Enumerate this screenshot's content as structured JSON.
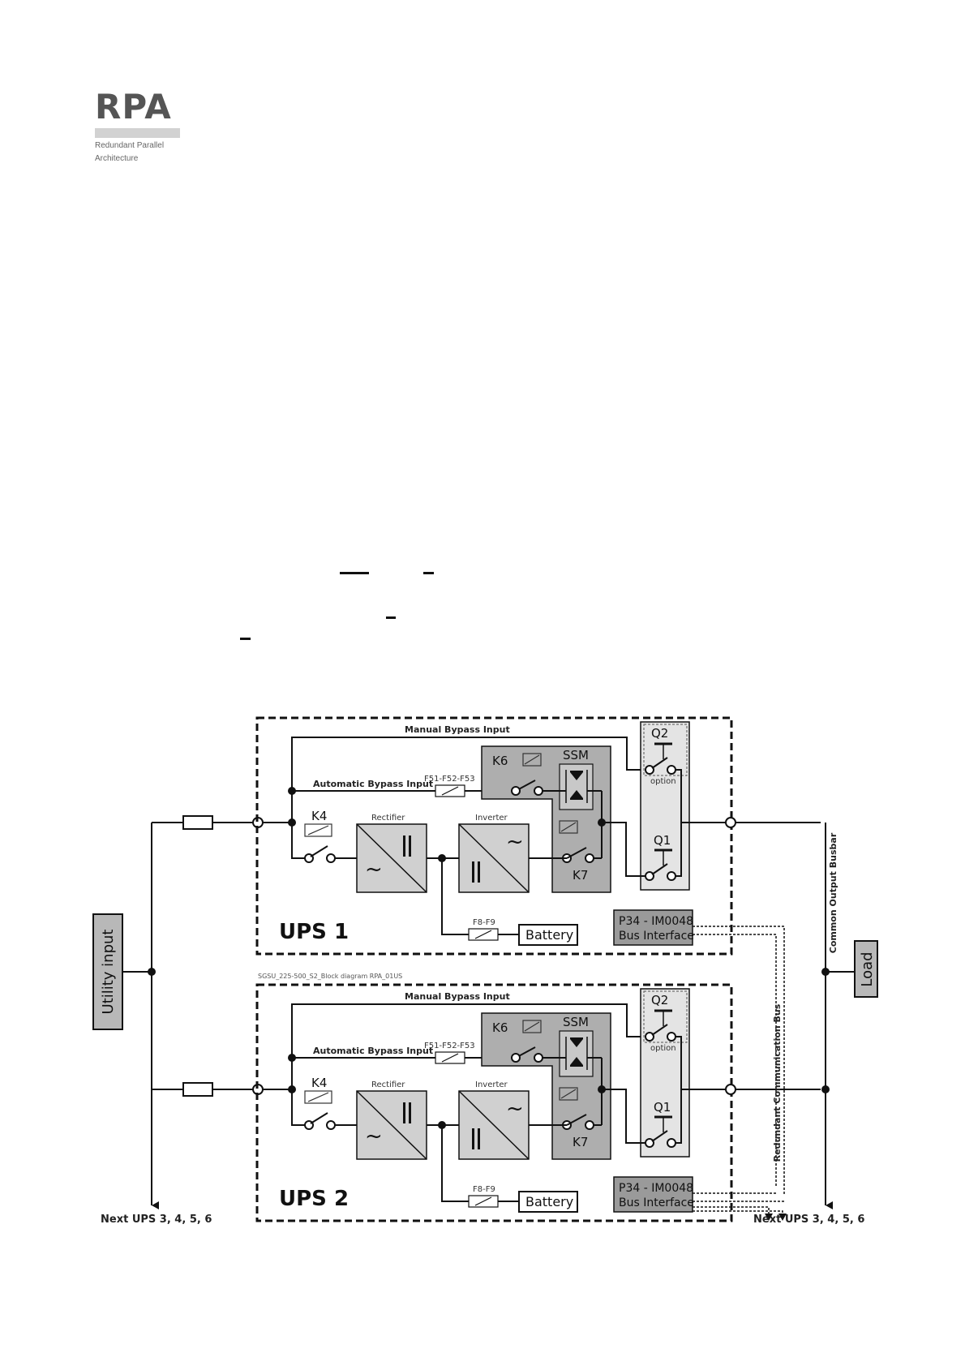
{
  "logo": {
    "acronym": "RPA",
    "subtitle_line1": "Redundant Parallel",
    "subtitle_line2": "Architecture"
  },
  "diagram": {
    "utility_input": "Utility input",
    "load": "Load",
    "common_output_busbar": "Common Output Busbar",
    "redundant_comm_bus": "Redundant Communication Bus",
    "next_ups_left": "Next UPS 3, 4, 5, 6",
    "next_ups_right": "Next UPS 3, 4, 5, 6",
    "caption": "SGSU_225-500_S2_Block diagram RPA_01US",
    "ups_units": [
      {
        "name": "UPS 1",
        "manual_bypass": "Manual Bypass Input",
        "auto_bypass": "Automatic Bypass Input",
        "fuse_bypass": "F51-F52-F53",
        "k6": "K6",
        "ssm": "SSM",
        "k4": "K4",
        "k7": "K7",
        "q1": "Q1",
        "q2": "Q2",
        "option": "option",
        "rectifier": "Rectifier",
        "inverter": "Inverter",
        "fuse_battery": "F8-F9",
        "battery": "Battery",
        "bus_interface_1": "P34 - IM0048",
        "bus_interface_2": "Bus Interface"
      },
      {
        "name": "UPS 2",
        "manual_bypass": "Manual Bypass Input",
        "auto_bypass": "Automatic Bypass Input",
        "fuse_bypass": "F51-F52-F53",
        "k6": "K6",
        "ssm": "SSM",
        "k4": "K4",
        "k7": "K7",
        "q1": "Q1",
        "q2": "Q2",
        "option": "option",
        "rectifier": "Rectifier",
        "inverter": "Inverter",
        "fuse_battery": "F8-F9",
        "battery": "Battery",
        "bus_interface_1": "P34 - IM0048",
        "bus_interface_2": "Bus Interface"
      }
    ]
  }
}
